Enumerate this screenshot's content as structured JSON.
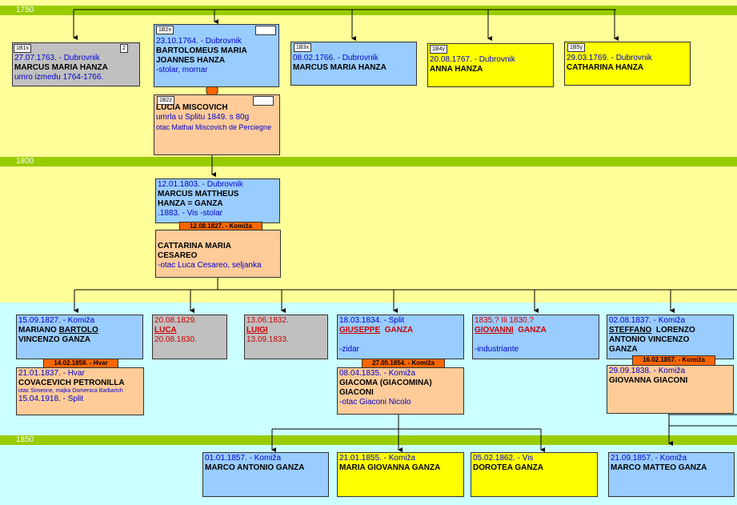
{
  "eras": {
    "e1750": "1750",
    "e1800": "1800",
    "e1850": "1850"
  },
  "gen1": {
    "marcus1763": {
      "code": "1B1x",
      "num": "2",
      "date": "27.07.1763.  - Dubrovnik",
      "name": "MARCUS  MARIA HANZA",
      "note": "umro  izmedu  1764-1766."
    },
    "bartolomeus": {
      "code": "1B2x",
      "date": "23.10.1764.  - Dubrovnik",
      "name1": "BARTOLOMEUS  MARIA",
      "name2": "JOANNES  HANZA",
      "note": "-stolar,  mornar"
    },
    "lucia": {
      "code": "1B2z",
      "name": "LUCIA  MISCOVICH",
      "note1": "umrla  u  Splitu  1849.   s 80g",
      "note2": "otac Mathai Miscovich de Perciegne"
    },
    "marcus1766": {
      "code": "1B3x",
      "date": "08.02.1766.  - Dubrovnik",
      "name": "MARCUS  MARIA  HANZA"
    },
    "anna": {
      "code": "1B4y",
      "date": "20.08.1767.  - Dubrovnik",
      "name": "ANNA  HANZA"
    },
    "catharina": {
      "code": "1B5y",
      "date": "29.03.1769.  - Dubrovnik",
      "name": "CATHARINA  HANZA"
    }
  },
  "gen2": {
    "marcus1803": {
      "date": "12.01.1803.  - Dubrovnik",
      "name1": "MARCUS  MATTHEUS",
      "name2": "HANZA  = GANZA",
      "note": ".1883.  - Vis      -stolar"
    },
    "marriage": "12.08.1827. - Komiža",
    "cattarina": {
      "name1": "CATTARINA  MARIA",
      "name2": "CESAREO",
      "note": "-otac Luca  Cesareo,  seljanka"
    }
  },
  "gen3": {
    "mariano": {
      "date": "15.09.1827.  - Komiža",
      "name1": "MARIANO",
      "name1u": "BARTOLO",
      "name2": "VINCENZO  GANZA"
    },
    "mariano_marriage": "14.02.1858. - Hvar",
    "covacevich": {
      "date": "21.01.1837.  - Hvar",
      "name": "COVACEVICH  PETRONILLA",
      "note": "otac Simeone, majka Domenica Barbarich",
      "death": "15.04.1918.  - Split"
    },
    "luca": {
      "date": "20.08.1829.",
      "name": "LUCA",
      "death": "20.08.1830."
    },
    "luigi": {
      "date": "13.06.1832.",
      "name": "LUIGI",
      "death": "13.09.1833."
    },
    "giuseppe": {
      "date": "18.03.1834.  - Split",
      "name1": "GIUSEPPE",
      "name2": "GANZA",
      "note": "-zidar"
    },
    "giuseppe_marriage": "27.05.1854. - Komiža",
    "giacoma": {
      "date": "08.04.1835.  - Komiža",
      "name1": "GIACOMA  (GIACOMINA)",
      "name2": "GIACONI",
      "note": "-otac Giaconi  Nicolo"
    },
    "giovanni": {
      "date": "1835.?  Ili  1830.?",
      "name1": "GIOVANNI",
      "name2": "GANZA",
      "note": "-industriante"
    },
    "steffano": {
      "date": "02.08.1837.  - Komiža",
      "name1": "STEFFANO",
      "name1b": "LORENZO",
      "name2": "ANTONIO  VINCENZO",
      "name3": "GANZA"
    },
    "steffano_marriage": "16.02.1857. - Komiža",
    "giovanna": {
      "date": "29.09.1838.  - Komiža",
      "name": "GIOVANNA  GIACONI"
    }
  },
  "gen4": {
    "marco_antonio": {
      "date": "01.01.1857.  - Komiža",
      "name": "MARCO ANTONIO  GANZA"
    },
    "maria_giovanna": {
      "date": "21.01.1855.  - Komiža",
      "name": "MARIA GIOVANNA  GANZA"
    },
    "dorotea": {
      "date": "05.02.1862.  - Vis",
      "name": "DOROTEA   GANZA"
    },
    "marco_matteo": {
      "date": "21.09.1857.  - Komiža",
      "name": "MARCO MATTEO GANZA"
    }
  }
}
